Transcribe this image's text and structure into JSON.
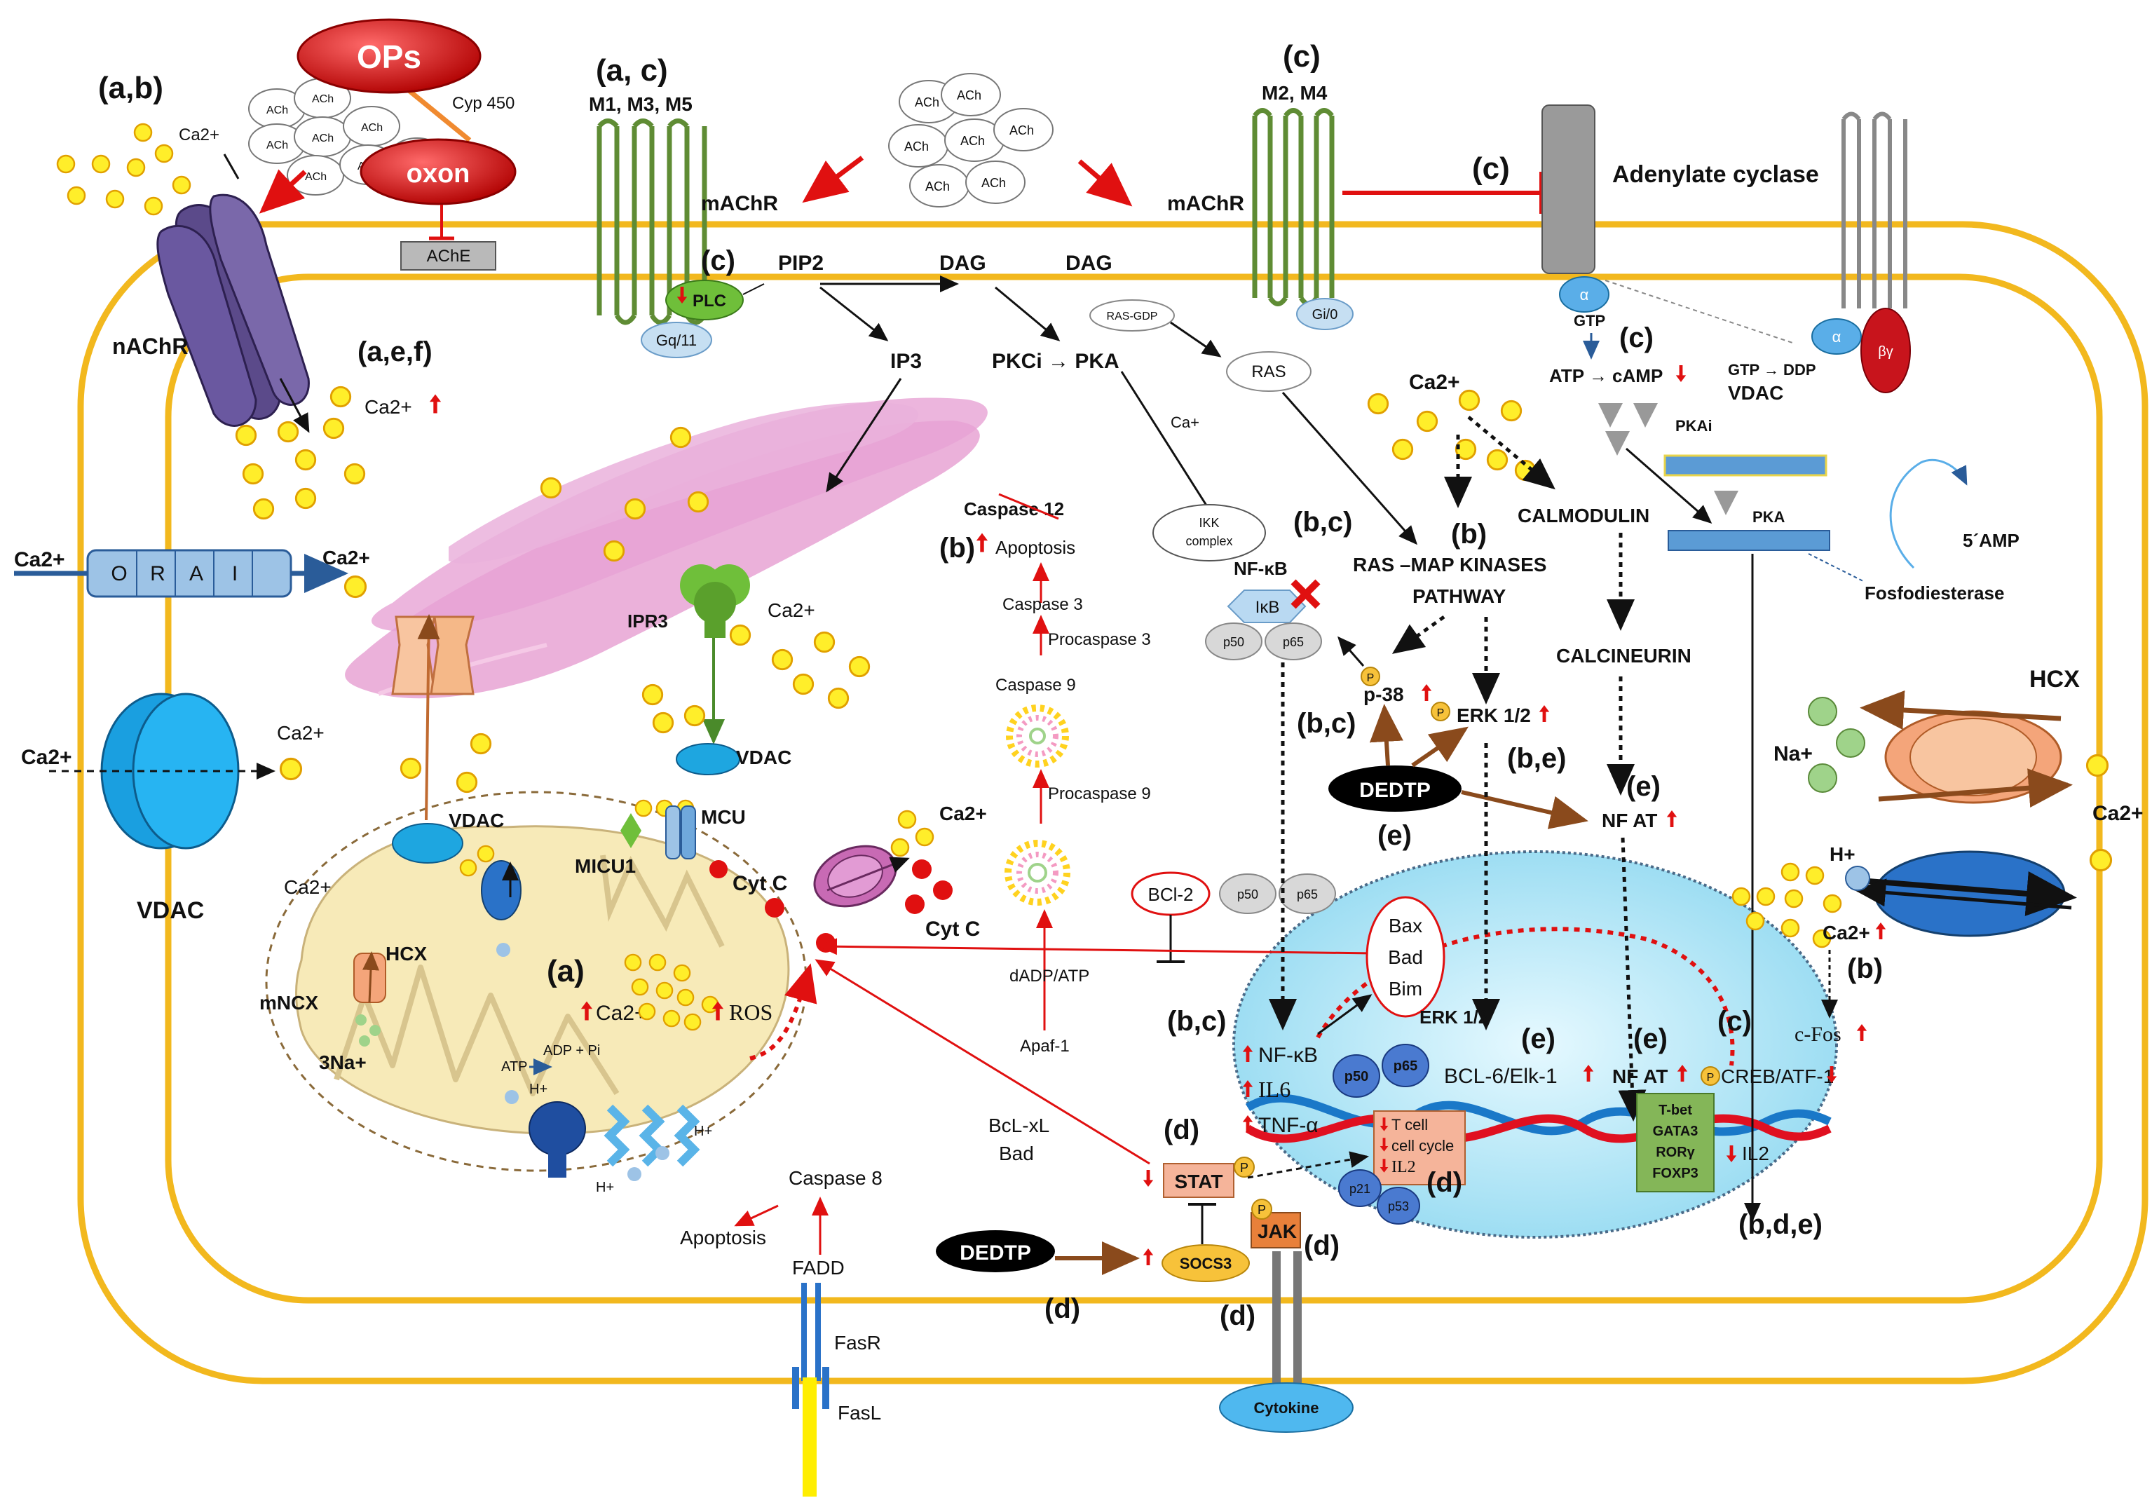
{
  "caption_letters": {
    "ab_top": "(a,b)",
    "ac_top": "(a, c)",
    "c_top": "(c)",
    "c_ac": "(c)",
    "c_plc": "(c)",
    "c_camp": "(c)",
    "aef": "(a,e,f)",
    "b_apoptosis": "(b)",
    "bc_nfkb": "(b,c)",
    "b_ras": "(b)",
    "bc_p38": "(b,c)",
    "be_erk": "(b,e)",
    "e_dedtp": "(e)",
    "e_nfat_out": "(e)",
    "a_mito": "(a)",
    "bc_nucleus": "(b,c)",
    "e_bcl6": "(e)",
    "e_nfat_in": "(e)",
    "c_creb": "(c)",
    "b_cfos": "(b)",
    "d_stat": "(d)",
    "d_tcell": "(d)",
    "d_jak": "(d)",
    "d_dedtp": "(d)",
    "d_socs": "(d)",
    "bde": "(b,d,e)"
  },
  "labels": {
    "ops": "OPs",
    "oxon": "oxon",
    "cyp450": "Cyp 450",
    "ache": "AChE",
    "ach": "ACh",
    "ca2": "Ca2+",
    "m1m3m5": "M1, M3, M5",
    "m2m4": "M2, M4",
    "machr_left": "mAChR",
    "machr_right": "mAChR",
    "adenylate_cyclase": "Adenylate cyclase",
    "nachr": "nAChR",
    "plc": "PLC",
    "gq11": "Gq/11",
    "pip2": "PIP2",
    "dag1": "DAG",
    "dag2": "DAG",
    "ip3": "IP3",
    "pkci_pka": "PKCi → PKA",
    "ras_gdp": "RAS-GDP",
    "ras": "RAS",
    "gi0": "Gi/0",
    "alpha": "α",
    "betagamma": "βγ",
    "gtp": "GTP",
    "atp_camp": "ATP → cAMP",
    "gtp_ddp": "GTP → DDP",
    "vdac_top": "VDAC",
    "pkai": "PKAi",
    "pka": "PKA",
    "five_amp": "5´AMP",
    "fosfodiesterase": "Fosfodiesterase",
    "calmodulin": "CALMODULIN",
    "calcineurin": "CALCINEURIN",
    "ras_map": "RAS –MAP KINASES",
    "pathway": "PATHWAY",
    "ca_plus": "Ca+",
    "ikk": "IKK",
    "complex": "complex",
    "nfkb": "NF-κB",
    "ikb": "IκB",
    "p50": "p50",
    "p65": "p65",
    "p": "P",
    "p38": "p-38",
    "erk12": "ERK 1/2",
    "dedtp": "DEDTP",
    "nfat": "NF AT",
    "hcx": "HCX",
    "na": "Na+",
    "h": "H+",
    "orai": [
      "O",
      "R",
      "A",
      "I"
    ],
    "vdac": "VDAC",
    "ipr3": "IPR3",
    "caspase12": "Caspase 12",
    "apoptosis": "Apoptosis",
    "caspase3": "Caspase 3",
    "procaspase3": "Procaspase 3",
    "caspase9": "Caspase 9",
    "procaspase9": "Procaspase 9",
    "dadp_atp": "dADP/ATP",
    "apaf1": "Apaf-1",
    "bcl2": "BCl-2",
    "bclxl": "BcL-xL",
    "bad": "Bad",
    "caspase8": "Caspase 8",
    "fadd": "FADD",
    "fasr": "FasR",
    "fasl": "FasL",
    "cytokine": "Cytokine",
    "socs3": "SOCS3",
    "stat": "STAT",
    "jak": "JAK",
    "mcu": "MCU",
    "micu1": "MICU1",
    "cyt_c": "Cyt C",
    "mncx": "mNCX",
    "three_na": "3Na+",
    "atp": "ATP",
    "adp_pi": "ADP + Pi",
    "ros": "ROS",
    "bax": "Bax",
    "bad_n": "Bad",
    "bim": "Bim",
    "il6": "IL6",
    "tnfa": "TNF-α",
    "bcl6_elk1": "BCL-6/Elk-1",
    "creb_atf1": "CREB/ATF-1",
    "cfos": "c-Fos",
    "il2": "IL2",
    "tcell": "T cell",
    "cell_cycle": "cell cycle",
    "il2_small": "IL2",
    "p21": "p21",
    "p53": "p53",
    "tbet": "T-bet",
    "gata3": "GATA3",
    "rory": "RORγ",
    "foxp3": "FOXP3"
  },
  "colors": {
    "membrane": "#f2b81e",
    "er": "#e7a3d4",
    "mito": "#f7eab8",
    "nucleus": "#bfeefb",
    "receptor_green": "#5f8c34",
    "ops_red": "#d01010",
    "calcium": "#ffee2a",
    "channel_blue": "#1ea6e0",
    "arrow_red": "#e01010",
    "arrow_brown": "#8a4a1c"
  }
}
